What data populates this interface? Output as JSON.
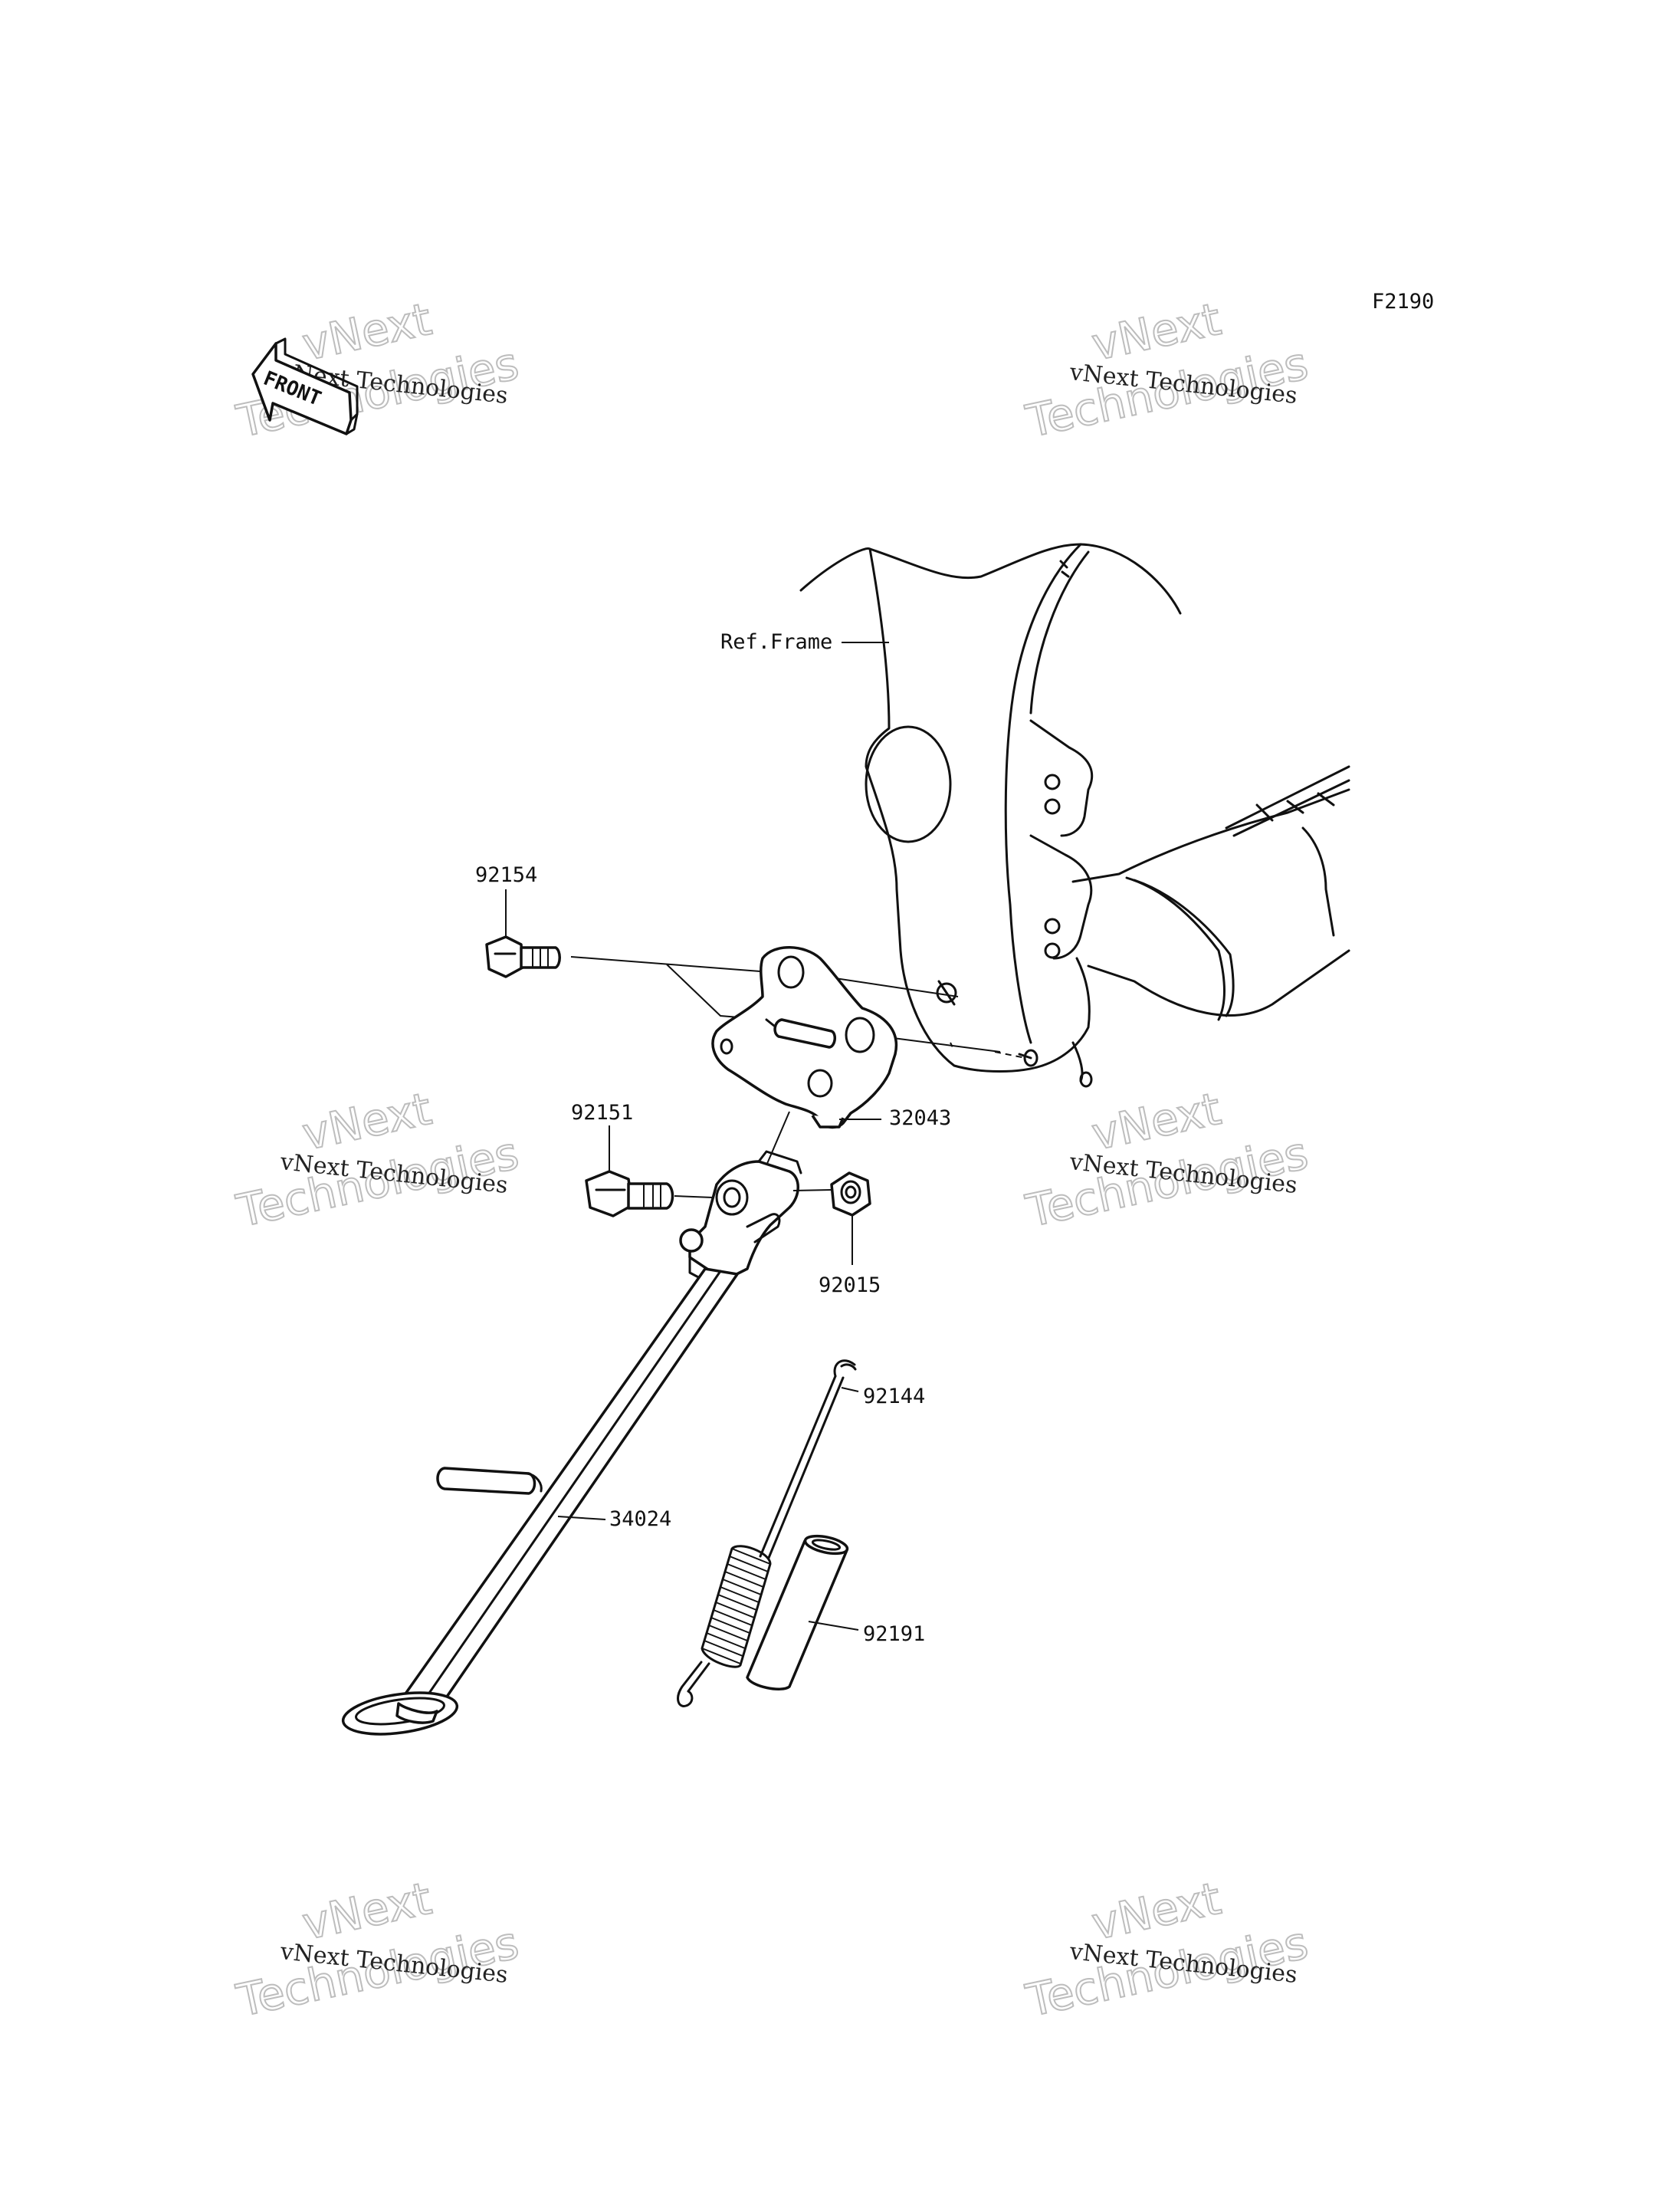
{
  "diagram": {
    "code": "F2190",
    "direction_badge": "FRONT",
    "reference_label": "Ref.Frame",
    "parts": {
      "bolt_flanged": "92154",
      "bracket": "32043",
      "bolt": "92151",
      "nut": "92015",
      "spring": "92144",
      "side_stand": "34024",
      "sleeve": "92191"
    }
  },
  "watermark": {
    "small": "vNext Technologies",
    "large_top": "vNext",
    "large_bottom": "Technologies"
  },
  "colors": {
    "line": "#111111",
    "background": "#ffffff",
    "watermark_outline": "#bdbdbd"
  }
}
